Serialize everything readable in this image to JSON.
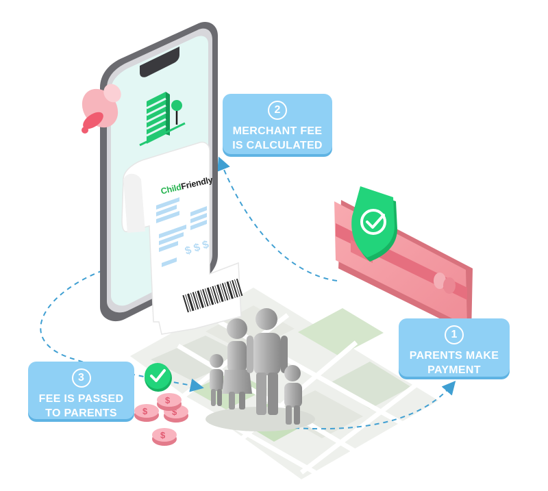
{
  "steps": {
    "merchant_fee": {
      "number": "2",
      "line1": "MERCHANT FEE",
      "line2": "IS CALCULATED"
    },
    "parents_pay": {
      "number": "1",
      "line1": "PARENTS MAKE",
      "line2": "PAYMENT"
    },
    "fee_passed": {
      "number": "3",
      "line1": "FEE IS PASSED",
      "line2": "TO PARENTS"
    }
  },
  "receipt": {
    "brand_part1": "Child",
    "brand_part2": "Friendly",
    "price_symbols": "$ $ $"
  },
  "colors": {
    "step_box": "#8fd0f5",
    "accent_green": "#1fd67a",
    "card_pink": "#f59aa2",
    "screen_mint": "#e3f7f4",
    "arrow_blue": "#3f9fd2"
  },
  "icons": [
    "bell-icon",
    "building-icon",
    "tree-icon",
    "shield-check-icon",
    "check-circle-icon",
    "dollar-coin-icon",
    "barcode-icon",
    "family-figures"
  ]
}
